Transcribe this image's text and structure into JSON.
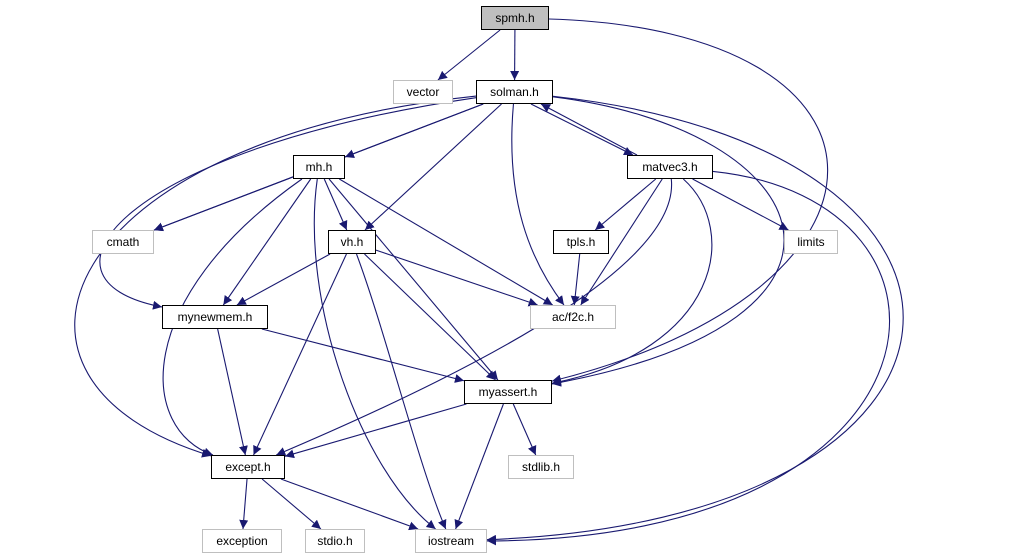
{
  "diagram": {
    "edge_color": "#191970",
    "nodes": [
      {
        "id": "spmh",
        "label": "spmh.h",
        "kind": "root"
      },
      {
        "id": "vector",
        "label": "vector",
        "kind": "external"
      },
      {
        "id": "solman",
        "label": "solman.h",
        "kind": "internal"
      },
      {
        "id": "mh",
        "label": "mh.h",
        "kind": "internal"
      },
      {
        "id": "matvec3",
        "label": "matvec3.h",
        "kind": "internal"
      },
      {
        "id": "cmath",
        "label": "cmath",
        "kind": "external"
      },
      {
        "id": "vh",
        "label": "vh.h",
        "kind": "internal"
      },
      {
        "id": "tpls",
        "label": "tpls.h",
        "kind": "internal"
      },
      {
        "id": "limits",
        "label": "limits",
        "kind": "external"
      },
      {
        "id": "mynewmem",
        "label": "mynewmem.h",
        "kind": "internal"
      },
      {
        "id": "acf2c",
        "label": "ac/f2c.h",
        "kind": "external"
      },
      {
        "id": "myassert",
        "label": "myassert.h",
        "kind": "internal"
      },
      {
        "id": "except",
        "label": "except.h",
        "kind": "internal"
      },
      {
        "id": "stdlib",
        "label": "stdlib.h",
        "kind": "external"
      },
      {
        "id": "exception",
        "label": "exception",
        "kind": "external"
      },
      {
        "id": "stdio",
        "label": "stdio.h",
        "kind": "external"
      },
      {
        "id": "iostream",
        "label": "iostream",
        "kind": "external"
      }
    ],
    "edges": [
      {
        "from": "spmh",
        "to": "vector"
      },
      {
        "from": "spmh",
        "to": "solman"
      },
      {
        "from": "spmh",
        "to": "myassert"
      },
      {
        "from": "solman",
        "to": "mh"
      },
      {
        "from": "solman",
        "to": "matvec3"
      },
      {
        "from": "solman",
        "to": "cmath"
      },
      {
        "from": "solman",
        "to": "vh"
      },
      {
        "from": "solman",
        "to": "acf2c"
      },
      {
        "from": "solman",
        "to": "mynewmem"
      },
      {
        "from": "solman",
        "to": "myassert"
      },
      {
        "from": "solman",
        "to": "except"
      },
      {
        "from": "solman",
        "to": "iostream"
      },
      {
        "from": "matvec3",
        "to": "solman"
      },
      {
        "from": "matvec3",
        "to": "tpls"
      },
      {
        "from": "matvec3",
        "to": "limits"
      },
      {
        "from": "matvec3",
        "to": "acf2c"
      },
      {
        "from": "matvec3",
        "to": "myassert"
      },
      {
        "from": "matvec3",
        "to": "except"
      },
      {
        "from": "matvec3",
        "to": "iostream"
      },
      {
        "from": "mh",
        "to": "cmath"
      },
      {
        "from": "mh",
        "to": "vh"
      },
      {
        "from": "mh",
        "to": "mynewmem"
      },
      {
        "from": "mh",
        "to": "acf2c"
      },
      {
        "from": "mh",
        "to": "myassert"
      },
      {
        "from": "mh",
        "to": "except"
      },
      {
        "from": "mh",
        "to": "iostream"
      },
      {
        "from": "vh",
        "to": "mynewmem"
      },
      {
        "from": "vh",
        "to": "acf2c"
      },
      {
        "from": "vh",
        "to": "myassert"
      },
      {
        "from": "vh",
        "to": "except"
      },
      {
        "from": "vh",
        "to": "iostream"
      },
      {
        "from": "tpls",
        "to": "acf2c"
      },
      {
        "from": "mynewmem",
        "to": "myassert"
      },
      {
        "from": "mynewmem",
        "to": "except"
      },
      {
        "from": "myassert",
        "to": "except"
      },
      {
        "from": "myassert",
        "to": "stdlib"
      },
      {
        "from": "myassert",
        "to": "iostream"
      },
      {
        "from": "except",
        "to": "exception"
      },
      {
        "from": "except",
        "to": "stdio"
      },
      {
        "from": "except",
        "to": "iostream"
      }
    ]
  }
}
